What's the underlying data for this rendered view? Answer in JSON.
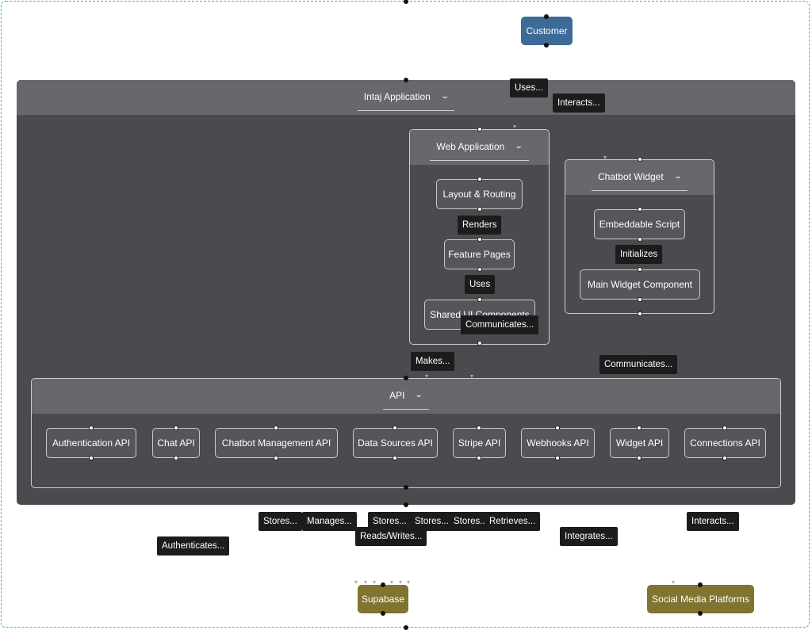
{
  "colors": {
    "outer_group": "#4a4b4e",
    "outer_head": "#67686b",
    "inner_group": "#4a4b4e",
    "inner_head": "#67686b",
    "customer": "#3d6a96",
    "external": "#7f7430",
    "frame": "#2ecc71"
  },
  "icons": {
    "collapse": "chevron-down-icon"
  },
  "nodes": {
    "customer": "Customer",
    "supabase": "Supabase",
    "social": "Social Media Platforms"
  },
  "groups": {
    "intaj": "Intaj Application",
    "web": "Web Application",
    "widget": "Chatbot Widget",
    "api": "API"
  },
  "web_items": [
    "Layout & Routing",
    "Feature Pages",
    "Shared UI Components"
  ],
  "widget_items": [
    "Embeddable Script",
    "Main Widget Component"
  ],
  "api_items": [
    "Authentication API",
    "Chat API",
    "Chatbot Management API",
    "Data Sources API",
    "Stripe API",
    "Webhooks API",
    "Widget API",
    "Connections API"
  ],
  "edges": {
    "uses_top": "Uses...",
    "interacts_top": "Interacts...",
    "renders": "Renders",
    "uses_mid": "Uses",
    "communicates_web": "Communicates...",
    "makes": "Makes...",
    "communicates_widget": "Communicates...",
    "stores_1": "Stores...",
    "manages": "Manages...",
    "stores_2": "Stores...",
    "stores_3": "Stores...",
    "stores_4": "Stores...",
    "retrieves": "Retrieves...",
    "reads_writes": "Reads/Writes...",
    "authenticates": "Authenticates...",
    "integrates": "Integrates...",
    "interacts_bottom": "Interacts..."
  }
}
